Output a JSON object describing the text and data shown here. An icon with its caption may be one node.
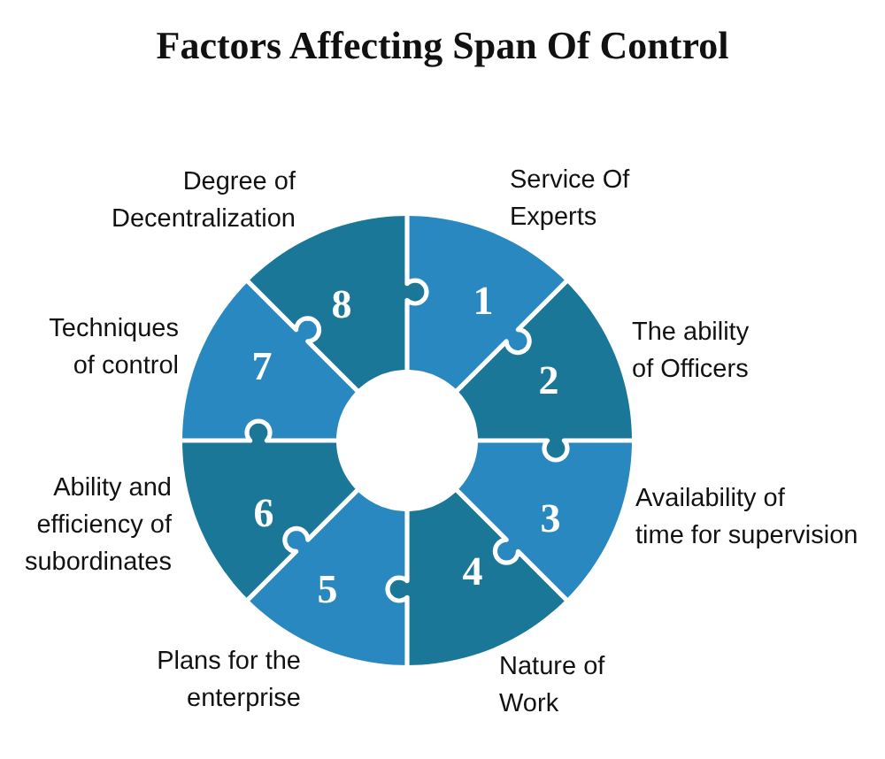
{
  "diagram": {
    "title": "Factors Affecting Span Of Control",
    "nodes": [
      {
        "text": [
          "1"
        ],
        "beside": [
          "Service Of Experts"
        ]
      },
      {
        "text": [
          "2"
        ],
        "beside": [
          "The ability of Officers"
        ]
      },
      {
        "text": [
          "3"
        ],
        "beside": [
          "Availability of time for supervision"
        ]
      },
      {
        "text": [
          "4"
        ],
        "beside": [
          "Nature of Work"
        ]
      },
      {
        "text": [
          "5"
        ],
        "beside": [
          "Plans for the enterprise"
        ]
      },
      {
        "text": [
          "6"
        ],
        "beside": [
          "Ability and efficiency of subordinates"
        ]
      },
      {
        "text": [
          "7"
        ],
        "beside": [
          "Techniques of control"
        ]
      },
      {
        "text": [
          "8"
        ],
        "beside": [
          "Degree of Decentralization"
        ]
      }
    ]
  }
}
